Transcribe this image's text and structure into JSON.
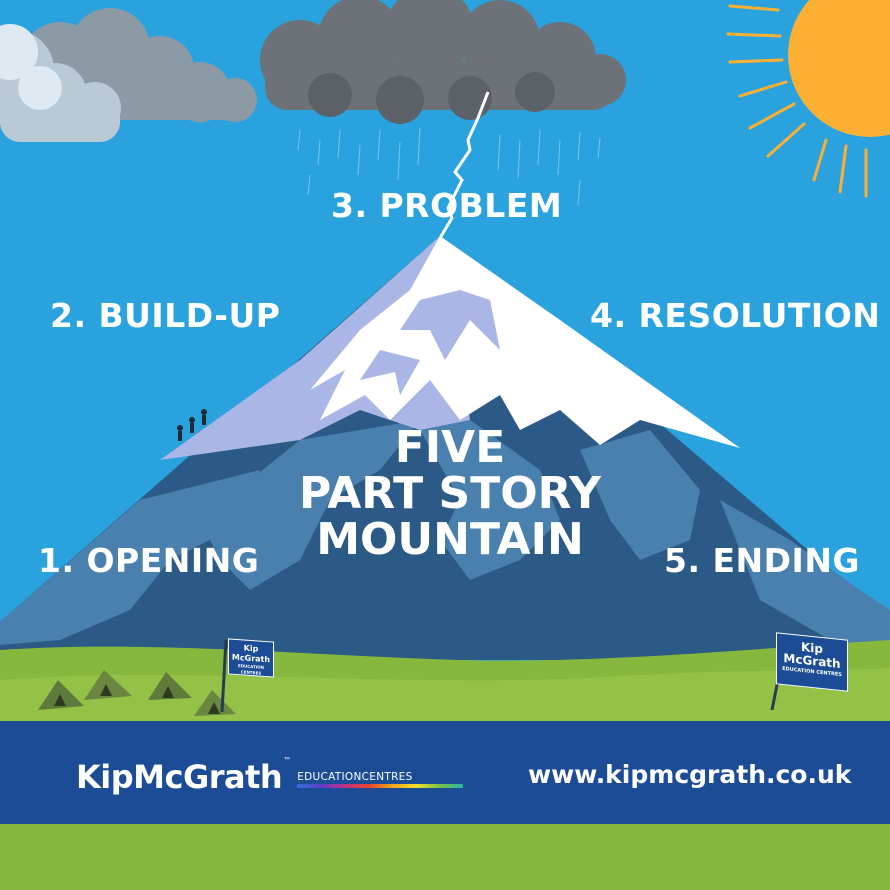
{
  "title_lines": [
    "FIVE",
    "PART STORY",
    "MOUNTAIN"
  ],
  "stages": {
    "s1": "1. OPENING",
    "s2": "2. BUILD-UP",
    "s3": "3. PROBLEM",
    "s4": "4. RESOLUTION",
    "s5": "5. ENDING"
  },
  "footer": {
    "brand_name": "KipMcGrath",
    "brand_tm": "™",
    "brand_sub": "EDUCATIONCENTRES",
    "website": "www.kipmcgrath.co.uk"
  },
  "flag": {
    "line1": "Kip",
    "line2": "McGrath",
    "line3": "EDUCATION CENTRES"
  },
  "colors": {
    "sky": "#2aa2dd",
    "mountain_dark": "#2b5a86",
    "mountain_mid": "#4a80ad",
    "snow": "#ffffff",
    "snow_shadow": "#a9b6e6",
    "grass": "#86b83d",
    "footer": "#1d4c97",
    "sun": "#fbb034"
  },
  "icons": [
    "sun-icon",
    "storm-cloud-icon",
    "lightning-icon",
    "tent-icon",
    "flag-icon",
    "climber-icon"
  ]
}
